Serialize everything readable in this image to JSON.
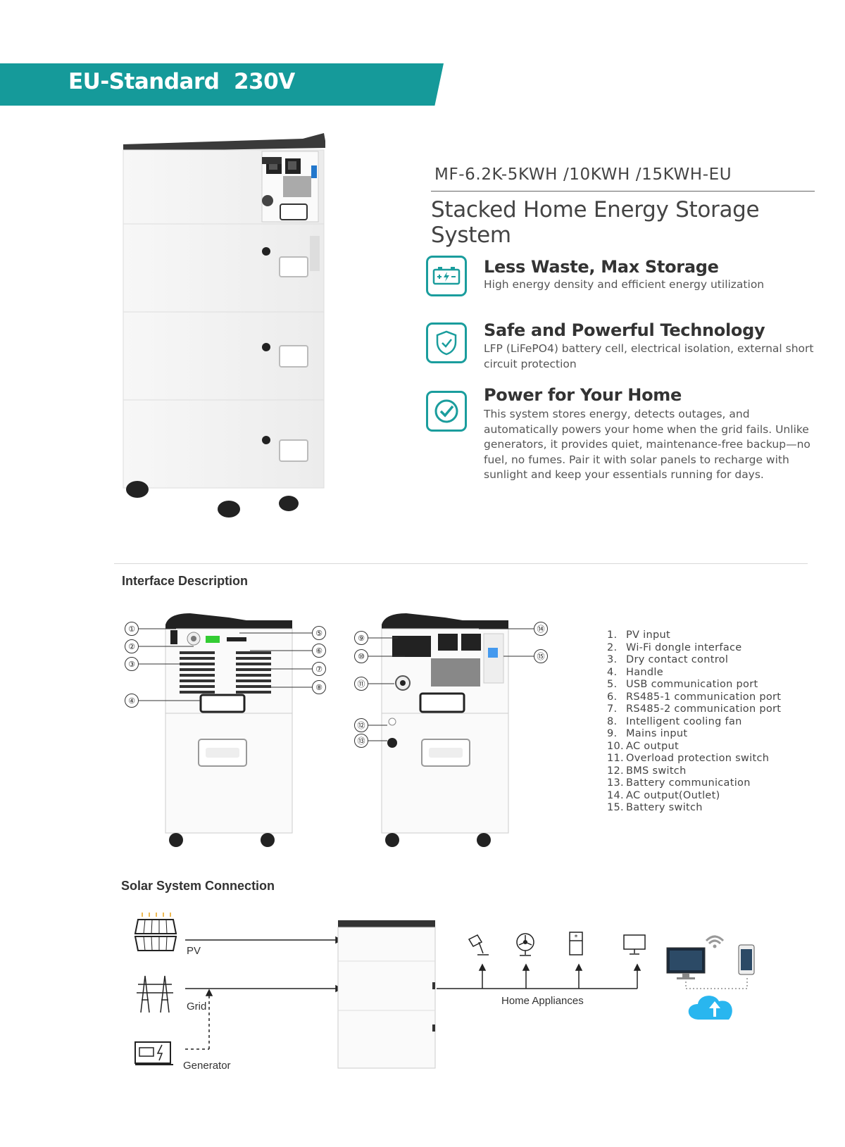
{
  "banner": {
    "title": "EU-Standard  230V"
  },
  "product": {
    "model": "MF-6.2K-5KWH /10KWH /15KWH-EU",
    "subtitle": "Stacked Home Energy Storage System"
  },
  "features": [
    {
      "icon": "battery-icon",
      "title": "Less Waste, Max Storage",
      "desc": "High energy density and efficient energy utilization"
    },
    {
      "icon": "shield-check-icon",
      "title": "Safe and Powerful Technology",
      "desc": "LFP (LiFePO4) battery cell, electrical isolation, external short circuit protection"
    },
    {
      "icon": "checkmark-icon",
      "title": "Power for Your Home",
      "desc": "This system stores energy, detects outages, and automatically powers your home when the grid fails. Unlike generators, it provides quiet, maintenance-free backup—no fuel, no fumes. Pair it with solar panels to recharge with sunlight and keep your essentials running for days."
    }
  ],
  "interface": {
    "title": "Interface Description",
    "callouts": [
      "①",
      "②",
      "③",
      "④",
      "⑤",
      "⑥",
      "⑦",
      "⑧",
      "⑨",
      "⑩",
      "⑪",
      "⑫",
      "⑬",
      "⑭",
      "⑮"
    ],
    "items": [
      {
        "num": "1.",
        "label": "PV input"
      },
      {
        "num": "2.",
        "label": "Wi-Fi dongle interface"
      },
      {
        "num": "3.",
        "label": "Dry contact control"
      },
      {
        "num": "4.",
        "label": "Handle"
      },
      {
        "num": "5.",
        "label": "USB communication port"
      },
      {
        "num": "6.",
        "label": "RS485-1 communication port"
      },
      {
        "num": "7.",
        "label": "RS485-2 communication port"
      },
      {
        "num": "8.",
        "label": "Intelligent cooling fan"
      },
      {
        "num": "9.",
        "label": "Mains input"
      },
      {
        "num": "10.",
        "label": "AC output"
      },
      {
        "num": "11.",
        "label": "Overload protection switch"
      },
      {
        "num": "12.",
        "label": "BMS switch"
      },
      {
        "num": "13.",
        "label": "Battery communication"
      },
      {
        "num": "14.",
        "label": "AC output(Outlet)"
      },
      {
        "num": "15.",
        "label": "Battery switch"
      }
    ]
  },
  "connection": {
    "title": "Solar System Connection",
    "pv": "PV",
    "grid": "Grid",
    "generator": "Generator",
    "appliances": "Home Appliances",
    "colors": {
      "accent": "#159a9a",
      "cloud": "#29b6ef"
    }
  }
}
